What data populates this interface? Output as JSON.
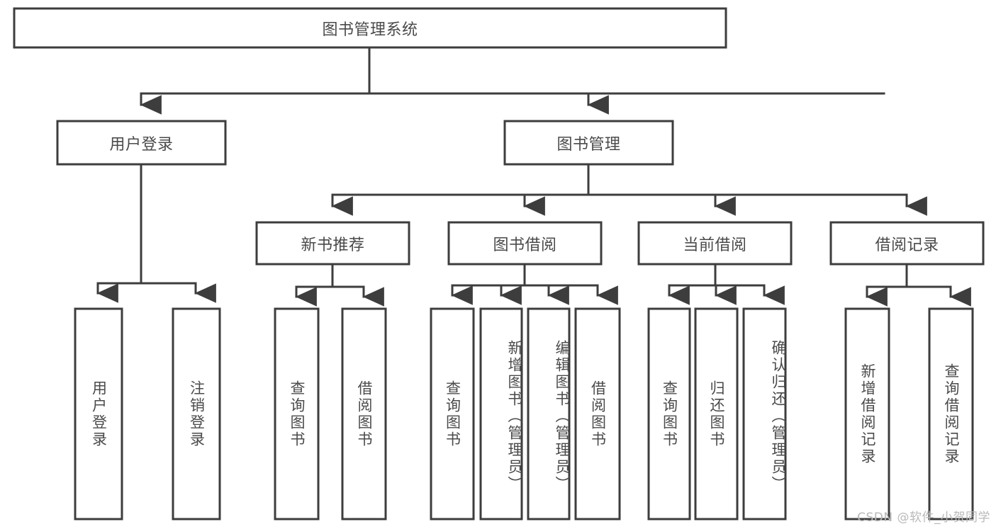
{
  "diagram": {
    "title": "图书管理系统",
    "watermark": "CSDN @软件_小贺同学",
    "colors": {
      "stroke": "#3d3d3d",
      "text": "#4a4a4a",
      "background": "#ffffff",
      "watermark": "#b9b9b9"
    },
    "root": {
      "label": "图书管理系统"
    },
    "level2": [
      {
        "label": "用户登录"
      },
      {
        "label": "图书管理"
      }
    ],
    "level3": [
      {
        "label": "新书推荐"
      },
      {
        "label": "图书借阅"
      },
      {
        "label": "当前借阅"
      },
      {
        "label": "借阅记录"
      }
    ],
    "leaves": {
      "user_login": [
        {
          "label": "用户登录"
        },
        {
          "label": "注销登录"
        }
      ],
      "new_book": [
        {
          "label": "查询图书"
        },
        {
          "label": "借阅图书"
        }
      ],
      "book_borrow": [
        {
          "label": "查询图书"
        },
        {
          "label": "新增图书（管理员）"
        },
        {
          "label": "编辑图书（管理员）"
        },
        {
          "label": "借阅图书"
        }
      ],
      "current_borrow": [
        {
          "label": "查询图书"
        },
        {
          "label": "归还图书"
        },
        {
          "label": "确认归还（管理员）"
        }
      ],
      "borrow_record": [
        {
          "label": "新增借阅记录"
        },
        {
          "label": "查询借阅记录"
        }
      ]
    }
  }
}
